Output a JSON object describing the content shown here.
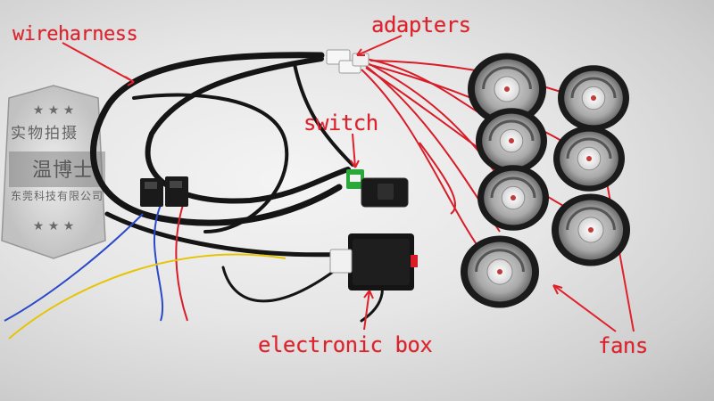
{
  "labels": {
    "wireharness": "wireharness",
    "adapters": "adapters",
    "switch": "switch",
    "electronic_box": "electronic box",
    "fans": "fans"
  },
  "watermark": {
    "top": "实物拍摄",
    "middle": "温博士",
    "bottom": "东莞科技有限公司"
  },
  "colors": {
    "label": "#e0202a",
    "background": "#e6e6e6",
    "wire_red": "#d81c28",
    "wire_blue": "#2a48c8",
    "wire_yellow": "#e6c400"
  },
  "fan_count": 7
}
